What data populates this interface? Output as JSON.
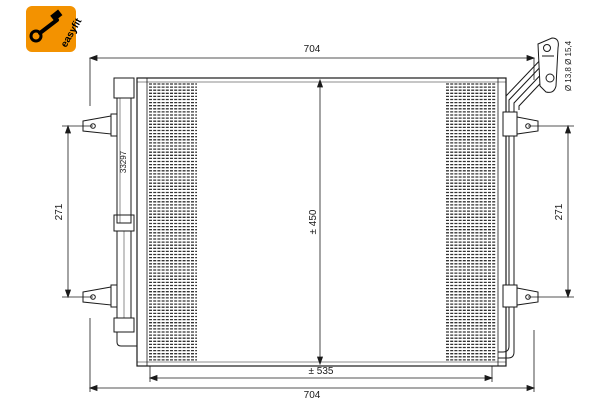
{
  "badge": {
    "text": "easyfit",
    "bg_color": "#f39200",
    "icon_color": "#000000",
    "icon": "key-wrench-icon"
  },
  "dimensions": {
    "top_width": "704",
    "bottom_width": "704",
    "core_width": "± 535",
    "core_height": "± 450",
    "left_bracket_spacing": "271",
    "right_bracket_spacing": "271",
    "pipe_diameters": "Ø 13,8  Ø 15,4"
  },
  "labels": {
    "part_code": "33297"
  },
  "colors": {
    "line": "#1a1a1a",
    "fin": "#333333",
    "dimension": "#1a1a1a"
  }
}
